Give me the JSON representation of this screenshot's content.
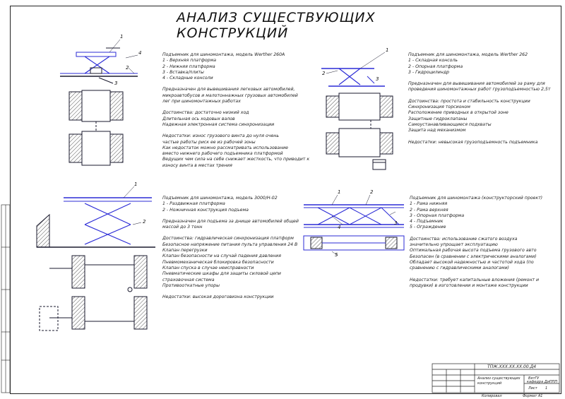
{
  "title": "АНАЛИЗ СУЩЕСТВУЮЩИХ КОНСТРУКЦИЙ",
  "block_tl": {
    "heading": "Подъемник для шиномонтажа, модель Werther 260A",
    "items": [
      "1 - Верхняя платформа",
      "2 - Нижняя платформа",
      "3 - Вставка/плиты",
      "4 - Складные консоли"
    ],
    "purpose": [
      "Предназначен для вывешивания легковых автомобилей,",
      "микроавтобусов и малотоннажных грузовых автомобилей",
      "лег при шиномонтажных работах"
    ],
    "pros": [
      "Достоинства: достаточно низкий ход",
      "Длительная ось ходовых валов",
      "Надежная электронная система синхронизации"
    ],
    "cons": [
      "Недостатки: износ грузового винта до нуля очень",
      "частые работы риск ее из рабочей зоны",
      "Как недостаток можно рассматривать использование",
      "вместо нижнего рабочего подъемника платформой",
      "Ведущих чем сила на себе снижает жесткость, что приводит к",
      "износу винта в местах трения"
    ]
  },
  "block_tr": {
    "heading": "Подъемник для шиномонтажа, модель Werther 262",
    "items": [
      "1 - Складная консоль",
      "2 - Опорная платформа",
      "3 - Гидроцилиндр"
    ],
    "purpose": [
      "Предназначен для вывешивания автомобилей за раму для",
      "проведения шиномонтажных работ грузоподъемностью 2,5т"
    ],
    "pros": [
      "Достоинства: простота и стабильность конструкции",
      "Синхронизация торсионом",
      "Расположение приводных в открытой зоне",
      "Защитные гидроклапаны",
      "Самоустанавливающиеся подхваты",
      "Защита над механизмом"
    ],
    "cons": [
      "Недостатки: невысокая грузоподъемность подъемника"
    ]
  },
  "block_bl": {
    "heading": "Подъемник для шиномонтажа, модель 3000/H-02",
    "items": [
      "1 - Раздвижная платформа",
      "2 - Ножничная конструкция подъема"
    ],
    "purpose": [
      "Предназначен для подъема за днище автомобилей общей",
      "массой до 3 тонн"
    ],
    "pros": [
      "Достоинства: гидравлическая синхронизация платформ",
      "Безопасное напряжение питания пульта управления 24 В",
      "Клапан перегрузки",
      "Клапан безопасности на случай падения давления",
      "Пневмомеханическая блокировка безопасности",
      "Клапан спуска в случае неисправности",
      "Пневматические шкафы для защиты силовой цепи",
      "страховочная система",
      "Противооткатные упоры"
    ],
    "cons": [
      "Недостатки: высокая дороговизна конструкции"
    ]
  },
  "block_br": {
    "heading": "Подъемник для шиномонтажа (конструкторский проект)",
    "items": [
      "1 - Рама нижняя",
      "2 - Рама верхняя",
      "3 - Опорная платформа",
      "4 - Подъемник",
      "5 - Ограждение"
    ],
    "pros": [
      "Достоинства: использование сжатого воздуха",
      "значительно упрощает эксплуатацию",
      "Оптимальная рабочая высота подъема грузового авто",
      "Безопасен (в сравнении с электрическими аналогами)",
      "Обладает высокой надежностью и частотой хода (по",
      "сравнению с гидравлическими аналогами)"
    ],
    "cons": [
      "Недостатки: требует капитальные вложения (ремонт и",
      "продувки) в изготовлении и монтаже конструкции"
    ]
  },
  "callouts": {
    "tl": [
      "1",
      "2",
      "3",
      "4"
    ],
    "tr": [
      "1",
      "2",
      "3"
    ],
    "bl": [
      "1",
      "2"
    ],
    "br": [
      "1",
      "2",
      "3",
      "4",
      "5"
    ]
  },
  "stamp": {
    "code": "ТПЖ.ХХХ.ХХ.ХХ.00.Д4",
    "name": [
      "Анализ существующих",
      "конструкций"
    ],
    "org": [
      "ВятГУ",
      "кафедра ДиППП"
    ],
    "sheet_mark": "Лист",
    "sheet_num": "1"
  },
  "bottom_notes": {
    "copy": "Копировал",
    "format": "Формат A1"
  },
  "colors": {
    "line": "#1a1a2e",
    "accent": "#2b2bd6",
    "hatch": "#555555"
  }
}
